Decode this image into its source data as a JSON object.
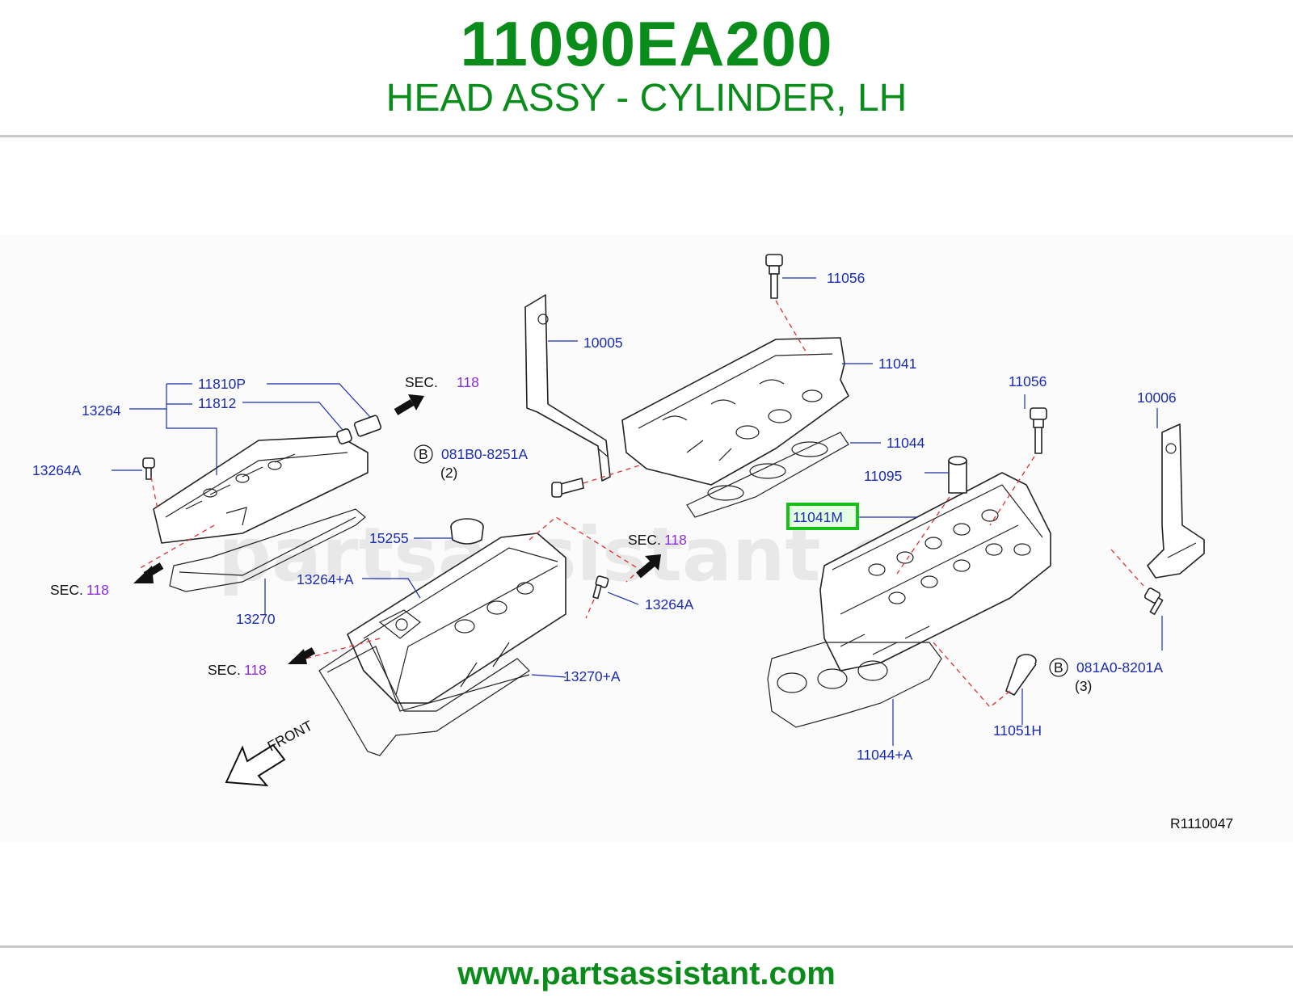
{
  "header": {
    "part_number": "11090EA200",
    "part_name": "HEAD ASSY - CYLINDER, LH"
  },
  "diagram": {
    "watermark": "partsassistant.com",
    "reference_code": "R1110047",
    "front_label": "FRONT",
    "highlight_color": "#16c016",
    "callouts": {
      "c11056_top": "11056",
      "c10005": "10005",
      "c11041": "11041",
      "c11044": "11044",
      "c11810P": "11810P",
      "c11812": "11812",
      "c13264": "13264",
      "c13264A_left": "13264A",
      "c15255": "15255",
      "c13264_A": "13264+A",
      "c13264A_mid": "13264A",
      "c13270": "13270",
      "c13270_A": "13270+A",
      "c11056_right": "11056",
      "c10006": "10006",
      "c11095": "11095",
      "c11041M": "11041M",
      "c11044_A": "11044+A",
      "c11051H": "11051H",
      "bolt_b1": "081B0-8251A",
      "bolt_b1_qty": "(2)",
      "bolt_b2": "081A0-8201A",
      "bolt_b2_qty": "(3)",
      "b_marker": "B"
    },
    "sec_refs": {
      "top_sec": "SEC.",
      "top_num": "118",
      "left_sec": "SEC.",
      "left_num": "118",
      "mid_sec": "SEC.",
      "mid_num": "118",
      "low_sec": "SEC.",
      "low_num": "118"
    }
  },
  "footer": {
    "website": "www.partsassistant.com"
  }
}
